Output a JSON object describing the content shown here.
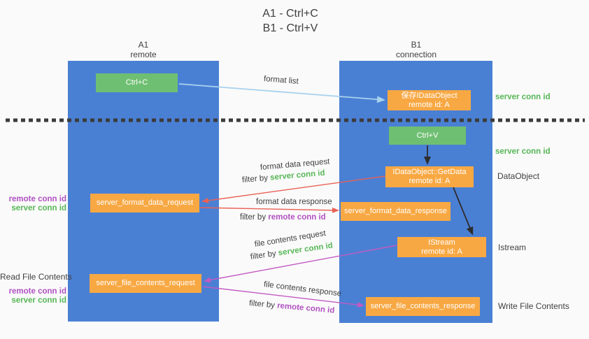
{
  "title": {
    "line1": "A1 - Ctrl+C",
    "line2": "B1 - Ctrl+V"
  },
  "lanes": {
    "a1": {
      "name": "A1",
      "subtitle": "remote"
    },
    "b1": {
      "name": "B1",
      "subtitle": "connection"
    }
  },
  "nodes": {
    "ctrl_c": {
      "label": "Ctrl+C"
    },
    "save_idataobject": {
      "line1": "保存IDataObject",
      "line2": "remote id: A"
    },
    "ctrl_v": {
      "label": "Ctrl+V"
    },
    "getdata": {
      "line1": "IDataObject::GetData",
      "line2": "remote id: A"
    },
    "server_format_data_request": {
      "label": "server_format_data_request"
    },
    "server_format_data_response": {
      "label": "server_format_data_response"
    },
    "istream": {
      "line1": "IStream",
      "line2": "remote id: A"
    },
    "server_file_contents_request": {
      "label": "server_file_contents_request"
    },
    "server_file_contents_response": {
      "label": "server_file_contents_response"
    }
  },
  "arrows": {
    "format_list": {
      "label": "format list"
    },
    "format_data_request": {
      "label": "format data request",
      "filter_prefix": "filter by ",
      "filter_key": "server conn id"
    },
    "format_data_response": {
      "label": "format data response",
      "filter_prefix": "filter by ",
      "filter_key": "remote conn id"
    },
    "file_contents_request": {
      "label": "file contents request",
      "filter_prefix": "filter by ",
      "filter_key": "server conn id"
    },
    "file_contents_response": {
      "label": "file contents response",
      "filter_prefix": "filter by ",
      "filter_key": "remote conn id"
    }
  },
  "side_labels": {
    "right_server_conn_id_1": "server conn id",
    "right_server_conn_id_2": "server conn id",
    "right_dataobject": "DataObject",
    "right_istream": "Istream",
    "right_write_file_contents": "Write File Contents",
    "left_remote_conn_id_1": "remote conn id",
    "left_server_conn_id_1": "server conn id",
    "left_read_file_contents": "Read File Contents",
    "left_remote_conn_id_2": "remote conn id",
    "left_server_conn_id_2": "server conn id"
  },
  "colors": {
    "lane_blue": "#4a80d4",
    "node_green": "#6fbf72",
    "node_orange": "#f8a843",
    "arrow_red": "#e96155",
    "arrow_magenta": "#c25ac2",
    "arrow_lightblue": "#a8d2ee",
    "arrow_black": "#2d2d2d",
    "label_green": "#57b757",
    "label_purple": "#b051c1",
    "text_dark": "#3f3f3f",
    "background": "#fafafa"
  }
}
